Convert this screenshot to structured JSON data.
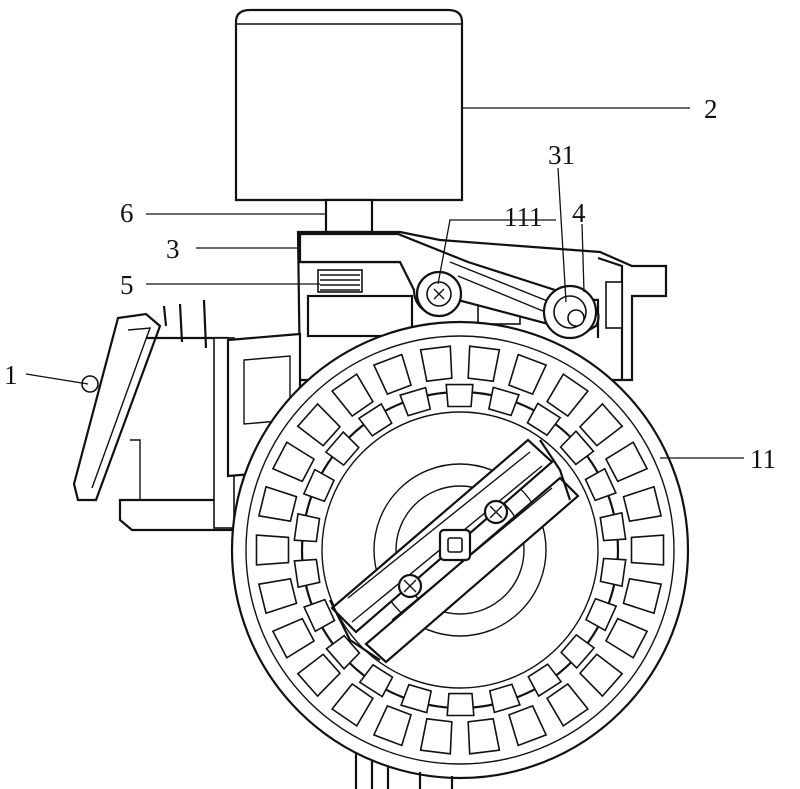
{
  "labels": {
    "l1": "1",
    "l2": "2",
    "l3": "3",
    "l4": "4",
    "l5": "5",
    "l6": "6",
    "l11": "11",
    "l31": "31",
    "l111": "111"
  }
}
